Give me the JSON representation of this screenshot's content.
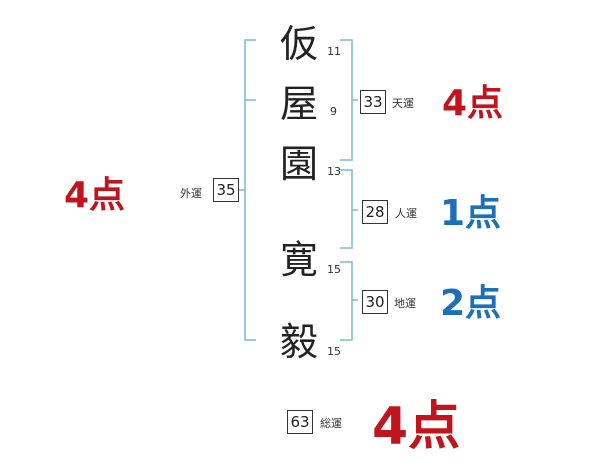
{
  "colors": {
    "bracket": "#7ab8dc",
    "good": "#c0151d",
    "mid": "#1d6fb8",
    "text": "#222222"
  },
  "name": {
    "chars": [
      {
        "char": "仮",
        "strokes": "11"
      },
      {
        "char": "屋",
        "strokes": "9"
      },
      {
        "char": "園",
        "strokes": "13"
      },
      {
        "char": "寛",
        "strokes": "15"
      },
      {
        "char": "毅",
        "strokes": "15"
      }
    ]
  },
  "fortunes": {
    "gaiun": {
      "label": "外運",
      "value": "35",
      "score": "4点"
    },
    "tenun": {
      "label": "天運",
      "value": "33",
      "score": "4点"
    },
    "jinun": {
      "label": "人運",
      "value": "28",
      "score": "1点"
    },
    "chiun": {
      "label": "地運",
      "value": "30",
      "score": "2点"
    },
    "souun": {
      "label": "総運",
      "value": "63",
      "score": "4点"
    }
  }
}
